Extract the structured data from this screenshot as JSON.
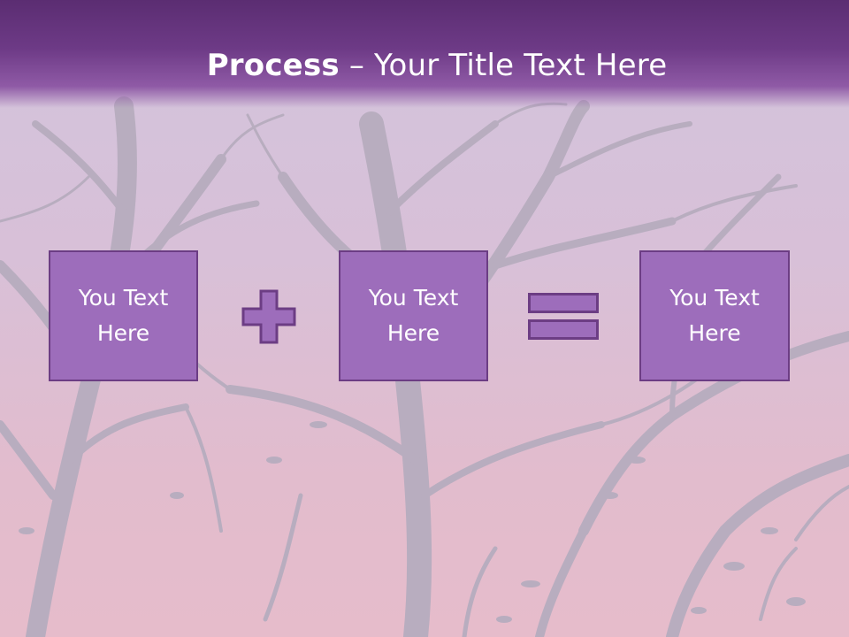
{
  "slide": {
    "title_bold": "Process",
    "title_rest": " – Your Title Text Here"
  },
  "process": {
    "box1": "You Text\nHere",
    "box2": "You Text\nHere",
    "box3": "You Text\nHere",
    "operator1": "plus-icon",
    "operator2": "equals-icon"
  },
  "colors": {
    "header": "#6d3a86",
    "box_fill": "#9d6dbb",
    "box_border": "#6c3d84",
    "text": "#ffffff",
    "tree": "#b9aebe"
  }
}
